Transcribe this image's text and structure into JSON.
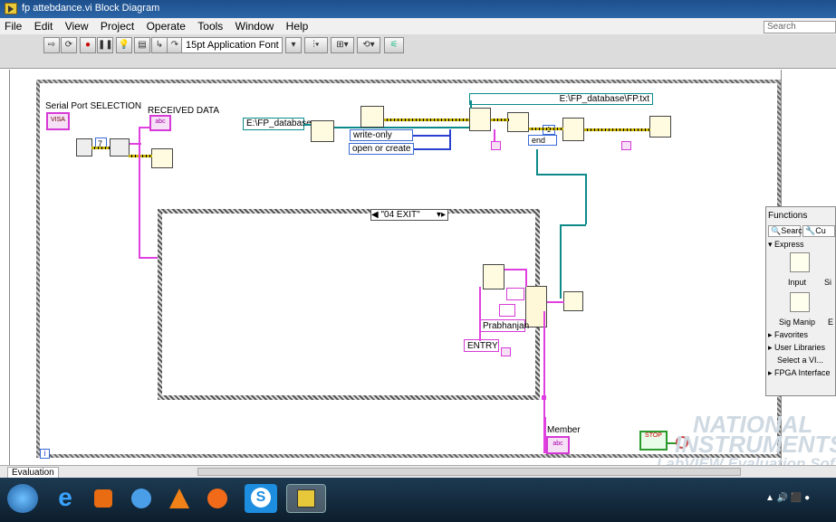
{
  "window": {
    "title": "fp attebdance.vi Block Diagram"
  },
  "menu": [
    "File",
    "Edit",
    "View",
    "Project",
    "Operate",
    "Tools",
    "Window",
    "Help"
  ],
  "toolbar": {
    "font": "15pt Application Font",
    "search_placeholder": "Search"
  },
  "diagram": {
    "serial_label": "Serial Port SELECTION",
    "visa_label": "VISA",
    "received_label": "RECEIVED DATA",
    "abc": "abc",
    "const_7": "7",
    "path_const": "E:\\FP_database",
    "path_top": "E:\\FP_database\\FP.txt",
    "write_only": "write-only",
    "open_create": "open or create",
    "end": "end",
    "minus_one": "-1",
    "case_label": "\"04 EXIT\"",
    "name_const": "Prabhanjan",
    "entry_const": "ENTRY",
    "member_label": "Member",
    "stop_label": "STOP"
  },
  "functions_palette": {
    "title": "Functions",
    "search": "Search",
    "custom": "Cu",
    "express": "Express",
    "input": "Input",
    "si": "Si",
    "sig_manip": "Sig Manip",
    "e": "E",
    "items": [
      "Favorites",
      "User Libraries",
      "Select a VI...",
      "FPGA Interface"
    ]
  },
  "statusbar": {
    "tab": "Evaluation"
  },
  "watermark": {
    "line1": "NATIONAL",
    "line2": "INSTRUMENTS",
    "line3": "LabVIEW Evaluation Sof"
  }
}
